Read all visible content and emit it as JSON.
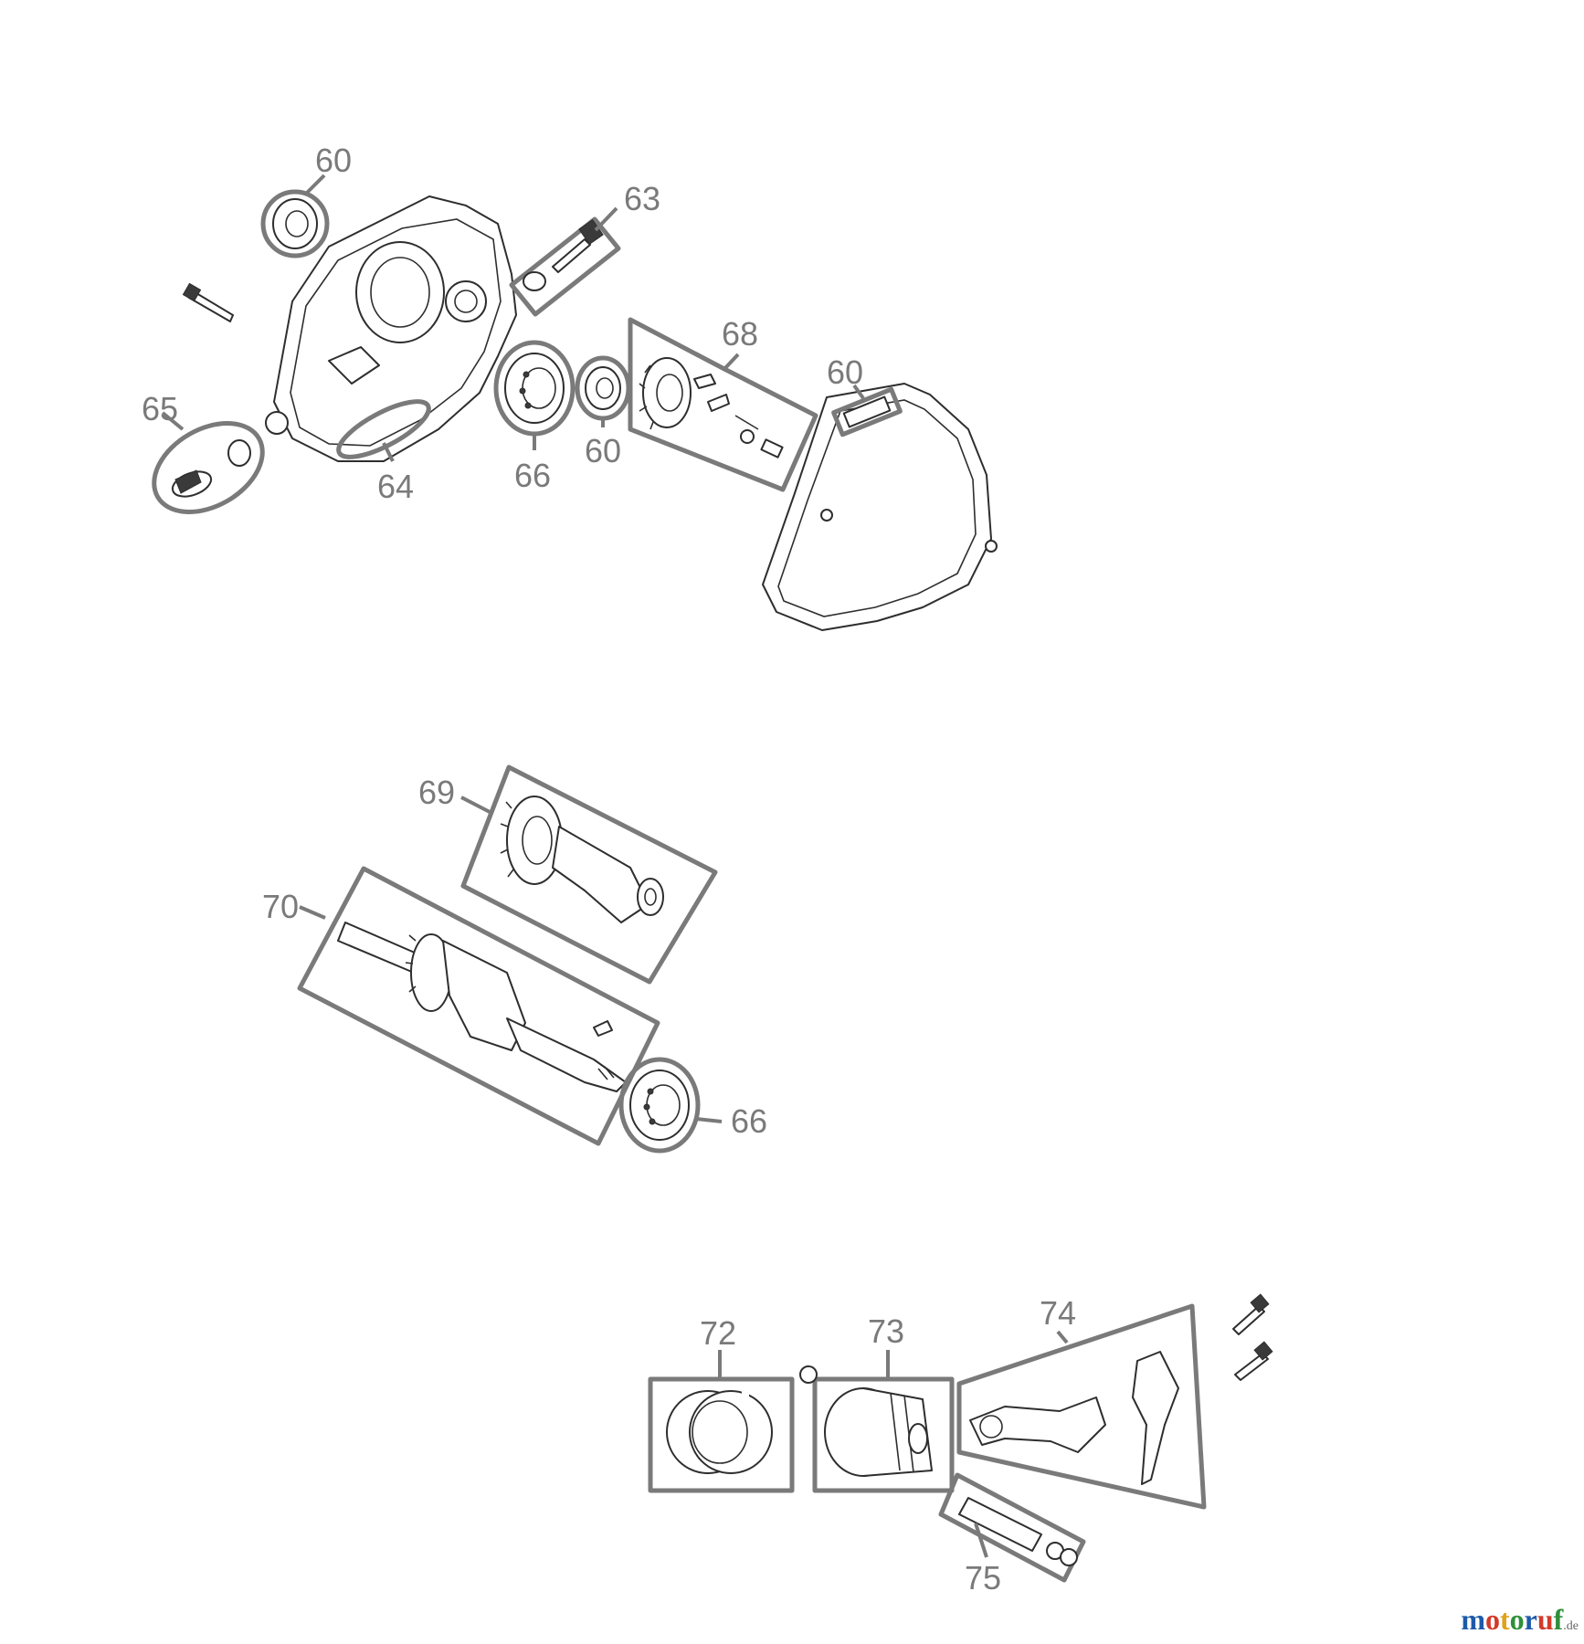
{
  "callouts": [
    {
      "id": "c60a",
      "text": "60"
    },
    {
      "id": "c63",
      "text": "63"
    },
    {
      "id": "c68",
      "text": "68"
    },
    {
      "id": "c60b",
      "text": "60"
    },
    {
      "id": "c65",
      "text": "65"
    },
    {
      "id": "c64",
      "text": "64"
    },
    {
      "id": "c66a",
      "text": "66"
    },
    {
      "id": "c60c",
      "text": "60"
    },
    {
      "id": "c69",
      "text": "69"
    },
    {
      "id": "c70",
      "text": "70"
    },
    {
      "id": "c66b",
      "text": "66"
    },
    {
      "id": "c72",
      "text": "72"
    },
    {
      "id": "c73",
      "text": "73"
    },
    {
      "id": "c74",
      "text": "74"
    },
    {
      "id": "c75",
      "text": "75"
    }
  ],
  "watermark": {
    "text": "motoruf",
    "suffix": ".de"
  },
  "colors": {
    "callout": "#7a7a7a",
    "linework": "#2e2e2e"
  }
}
